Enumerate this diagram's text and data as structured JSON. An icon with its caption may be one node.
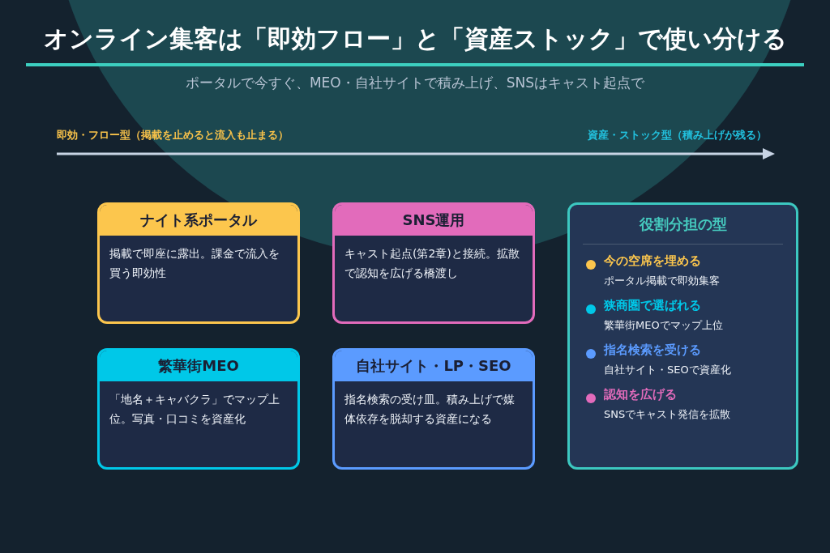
{
  "diagram": {
    "title": "オンライン集客は「即効フロー」と「資産ストック」で使い分ける",
    "nodes": [
      {
        "text": [
          "ナイト系ポータル",
          "掲載で即座に露出。課金で流入を買う即効性"
        ]
      },
      {
        "text": [
          "SNS運用",
          "キャスト起点(第2章)と接続。拡散で認知を広げる橋渡し"
        ]
      },
      {
        "text": [
          "繁華街MEO",
          "「地名＋キャバクラ」でマップ上位。写真・口コミを資産化"
        ]
      },
      {
        "text": [
          "自社サイト・LP・SEO",
          "指名検索の受け皿。積み上げで媒体依存を脱却する資産になる"
        ]
      },
      {
        "text": [
          "役割分担の型",
          "今の空席を埋める",
          "ポータル掲載で即効集客",
          "狭商圏で選ばれる",
          "繁華街MEOでマップ上位",
          "指名検索を受ける",
          "自社サイト・SEOで資産化",
          "認知を広げる",
          "SNSでキャスト発信を拡散"
        ]
      }
    ],
    "edges": [],
    "labels": [
      "ポータルで今すぐ、MEO・自社サイトで積み上げ、SNSはキャスト起点で",
      "即効・フロー型（掲載を止めると流入も止まる）",
      "資産・ストック型（積み上げが残る）"
    ]
  }
}
